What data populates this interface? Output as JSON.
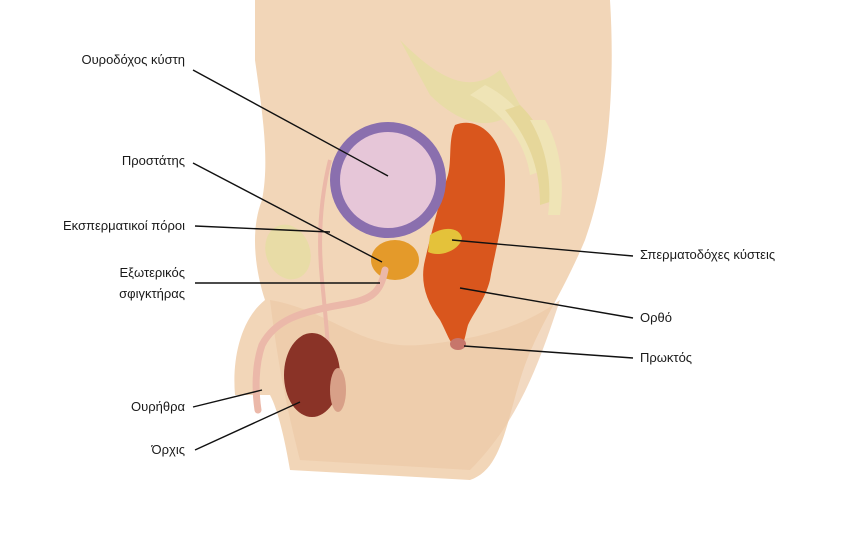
{
  "labels": {
    "bladder": "Ουροδόχος κύστη",
    "prostate": "Προστάτης",
    "ejaculatory_ducts": "Εκσπερματικοί πόροι",
    "external_sphincter_line1": "Εξωτερικός",
    "external_sphincter_line2": "σφιγκτήρας",
    "urethra": "Ουρήθρα",
    "testis": "Όρχις",
    "seminal_vesicles": "Σπερματοδόχες κύστεις",
    "rectum": "Ορθό",
    "anus": "Πρωκτός"
  },
  "colors": {
    "skin": "#f2d6b8",
    "skin_shade": "#e7c29f",
    "bladder_wall": "#8a6fae",
    "bladder_inner": "#e6c6d8",
    "bone": "#e8dca6",
    "rectum": "#d9561d",
    "prostate": "#e49a2a",
    "vesicle": "#e4c23a",
    "testis": "#8a3327",
    "urethra": "#ebb8a9",
    "leader": "#111111"
  }
}
